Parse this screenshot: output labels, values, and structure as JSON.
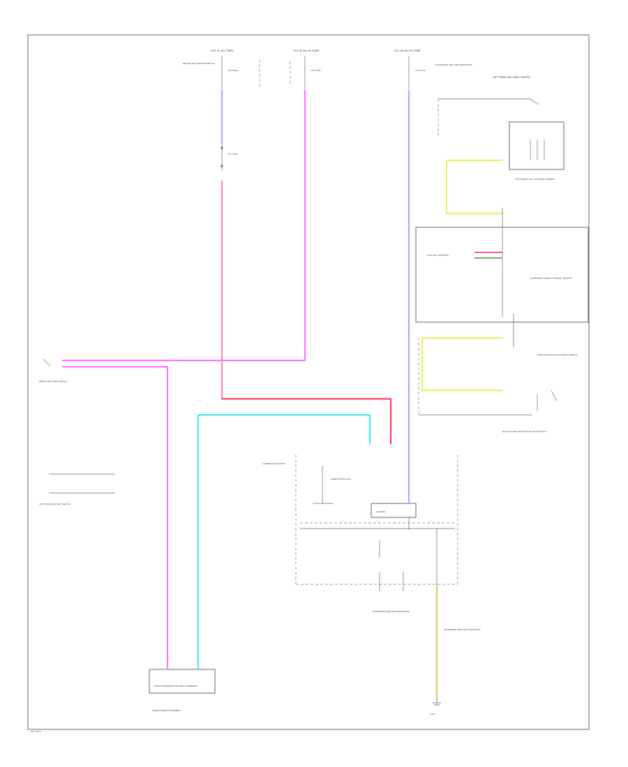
{
  "colors": {
    "border": "#666666",
    "wire_blue": "#aaaaff",
    "wire_pink": "#ff8aa8",
    "wire_magenta": "#ff77ff",
    "wire_red": "#ff4466",
    "wire_cyan": "#44e6ee",
    "wire_yellow": "#eeee66",
    "wire_green": "#55aa55"
  },
  "icons": [
    "ground-symbol",
    "switch-symbol",
    "fuse-symbol",
    "connector-symbol"
  ],
  "labels": {
    "top_fuse_1": "HOT AT ALL TIMES",
    "top_fuse_2": "HOT IN ON OR START",
    "top_fuse_3": "HOT IN ON OR START",
    "driver_jb": "DRIVER SIDE JUNCTION BLOCK",
    "fuse_a": "10A FUSE",
    "fuse_b": "7.5A FUSE",
    "fuse_c": "7.5A FUSE",
    "passenger_jb": "PASSENGER SIDE JUNCTION BLOCK",
    "lr_seatbelt": "LEFT REAR SEAT BELT SWITCH",
    "lr_seat_sensor": "LEFT FRONT SEAT OCCUPANT SENSOR",
    "airbag_module_1": "PASSENGER AIRBAG CONTROL MODULE",
    "rr_seat_sensor": "RIGHT REAR SEAT OCCUPANT SENSOR",
    "rf_seatbelt": "RIGHT FRONT SEAT BELT BUCKLE SWITCH",
    "seatbelt_warning": "SEAT BELT WARNING",
    "combination_meter": "COMBINATION METER",
    "driver_seatbelt": "DRIVER SEAT BELT SWITCH",
    "buzzer": "BUZZER",
    "airbag_indicator": "AIRBAG INDICATOR",
    "passenger_jb_2": "PASSENGER SIDE JUNCTION BLOCK",
    "ground": "G201",
    "front_passenger": "FRONT PASSENGER SEAT BELT REMINDER",
    "airbag_sensor": "AIRBAG SENSOR ASSEMBLY",
    "footer": "W/C 2015"
  }
}
